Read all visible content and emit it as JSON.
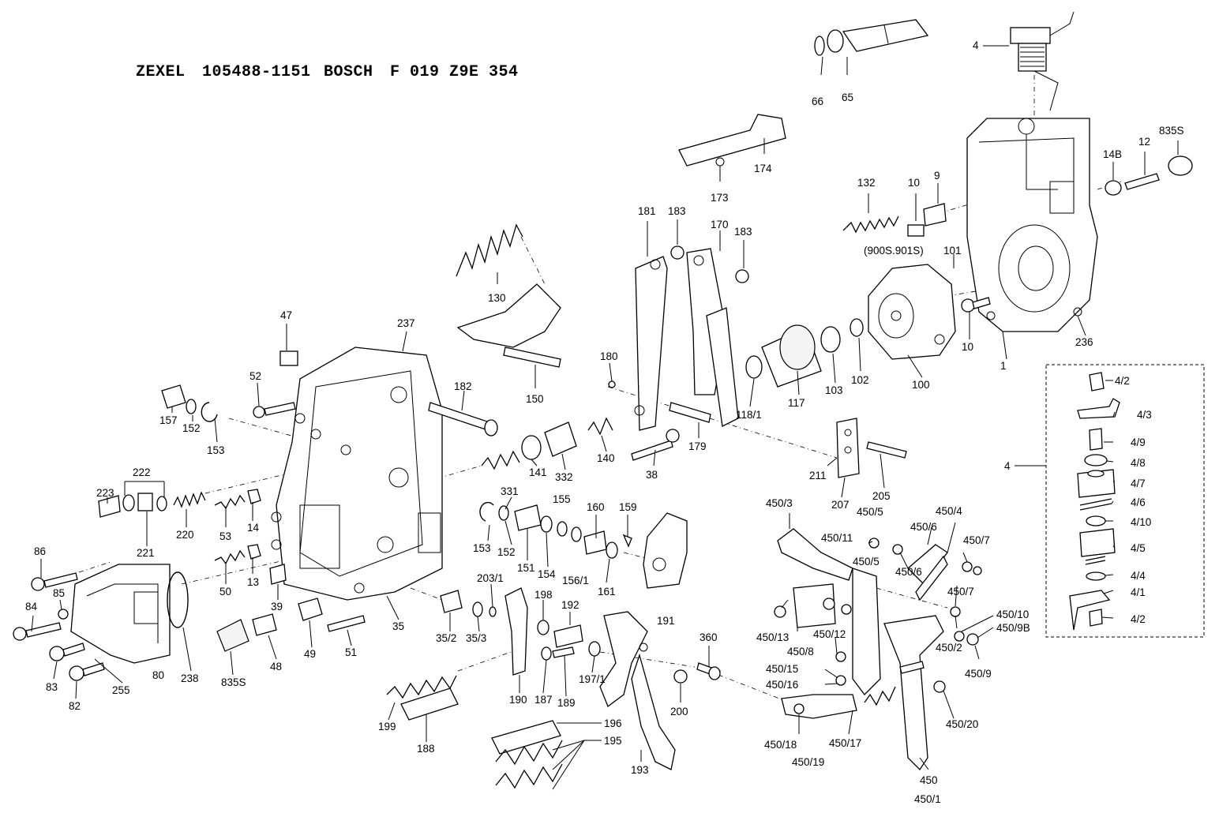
{
  "title": {
    "brand1": "ZEXEL",
    "part_no1": "105488-1151",
    "brand2": "BOSCH",
    "part_no2": "F 019 Z9E 354"
  },
  "callouts": {
    "c4_top": "4",
    "c66": "66",
    "c65": "65",
    "c148": "14B",
    "c12": "12",
    "c835s_top": "835S",
    "c174": "174",
    "c173": "173",
    "c132": "132",
    "c10a": "10",
    "c9": "9",
    "c181": "181",
    "c183a": "183",
    "c170": "170",
    "c183b": "183",
    "c900s": "(900S.901S)",
    "c101": "101",
    "c130": "130",
    "c150": "150",
    "c47": "47",
    "c237": "237",
    "c182": "182",
    "c180": "180",
    "c10b": "10",
    "c1": "1",
    "c236": "236",
    "c100": "100",
    "c102": "102",
    "c103": "103",
    "c117": "117",
    "c1181": "118/1",
    "c179": "179",
    "c52": "52",
    "c157": "157",
    "c152a": "152",
    "c153a": "153",
    "c222": "222",
    "c223": "223",
    "c221": "221",
    "c220": "220",
    "c53": "53",
    "c14": "14",
    "c13": "13",
    "c50": "50",
    "c141": "141",
    "c332": "332",
    "c140": "140",
    "c38": "38",
    "c211": "211",
    "c207": "207",
    "c205": "205",
    "c331": "331",
    "c155": "155",
    "c153b": "153",
    "c152b": "152",
    "c151": "151",
    "c154": "154",
    "c1561": "156/1",
    "c160": "160",
    "c159": "159",
    "c161": "161",
    "c191": "191",
    "c86": "86",
    "c85": "85",
    "c84": "84",
    "c83": "83",
    "c82": "82",
    "c255": "255",
    "c80": "80",
    "c238": "238",
    "c835s_bot": "835S",
    "c48": "48",
    "c49": "49",
    "c39": "39",
    "c51": "51",
    "c35": "35",
    "c352": "35/2",
    "c353": "35/3",
    "c2031": "203/1",
    "c198": "198",
    "c192": "192",
    "c190": "190",
    "c187": "187",
    "c189": "189",
    "c1971": "197/1",
    "c199": "199",
    "c188": "188",
    "c196": "196",
    "c195": "195",
    "c193": "193",
    "c360": "360",
    "c200": "200",
    "c4503": "450/3",
    "c4505a": "450/5",
    "c45011": "450/11",
    "c4505b": "450/5",
    "c4504": "450/4",
    "c4506a": "450/6",
    "c4506b": "450/6",
    "c4507a": "450/7",
    "c4507b": "450/7",
    "c45013": "450/13",
    "c4508": "450/8",
    "c45012": "450/12",
    "c4502": "450/2",
    "c45010": "450/10",
    "c4509b": "450/9B",
    "c4509": "450/9",
    "c45015": "450/15",
    "c45016": "450/16",
    "c45018": "450/18",
    "c45019": "450/19",
    "c45017": "450/17",
    "c45020": "450/20",
    "c450": "450",
    "c4501": "450/1",
    "k42a": "4/2",
    "k43": "4/3",
    "k49": "4/9",
    "k48": "4/8",
    "k47": "4/7",
    "k46": "4/6",
    "k410": "4/10",
    "k45": "4/5",
    "k44": "4/4",
    "k41": "4/1",
    "k42b": "4/2",
    "k4": "4"
  }
}
